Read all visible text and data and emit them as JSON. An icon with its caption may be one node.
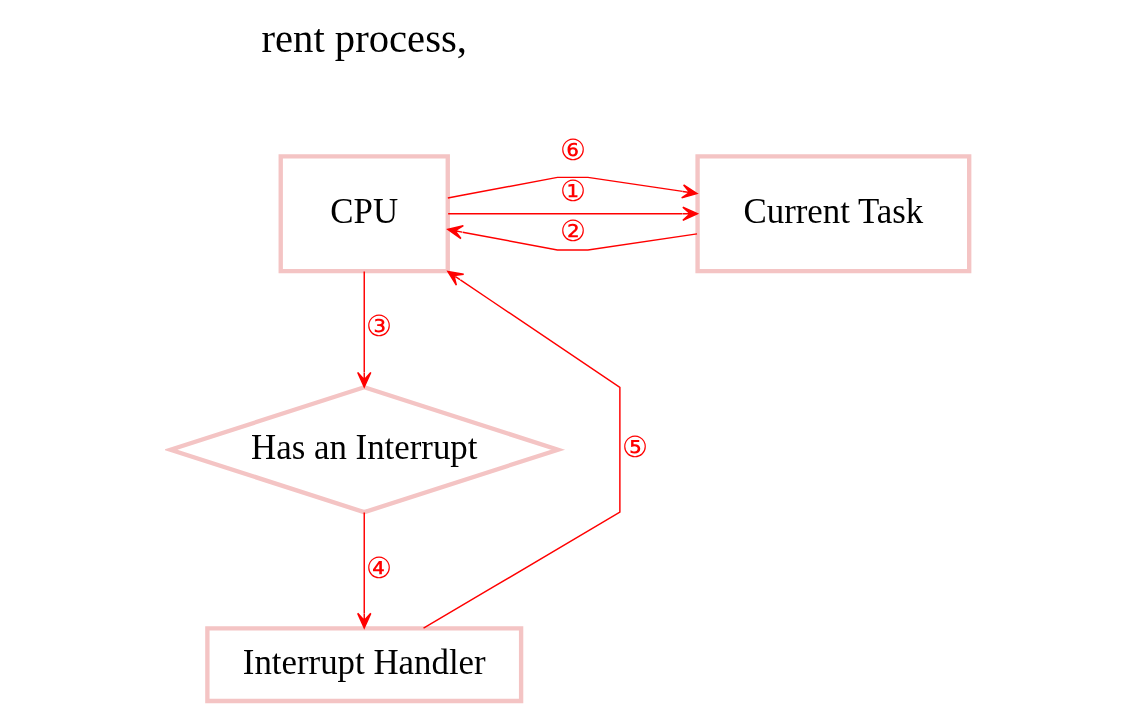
{
  "diagram": {
    "nodes": [
      {
        "text": [
          "CPU"
        ]
      },
      {
        "text": [
          "Current Task"
        ]
      },
      {
        "text": [
          "Has an Interrupt"
        ]
      },
      {
        "text": [
          "Interrupt Handler"
        ]
      }
    ],
    "edges": [
      {
        "from": 0,
        "to": 1,
        "arrow": "to",
        "label": "①"
      },
      {
        "from": 1,
        "to": 0,
        "arrow": "to",
        "label": "②"
      },
      {
        "from": 0,
        "to": 2,
        "arrow": "to",
        "label": "③"
      },
      {
        "from": 2,
        "to": 3,
        "arrow": "to",
        "label": "④"
      },
      {
        "from": 3,
        "to": 0,
        "arrow": "to",
        "label": "⑤"
      },
      {
        "from": 0,
        "to": 1,
        "arrow": "to",
        "label": "⑥"
      }
    ],
    "labels": [
      "rent process,"
    ]
  }
}
